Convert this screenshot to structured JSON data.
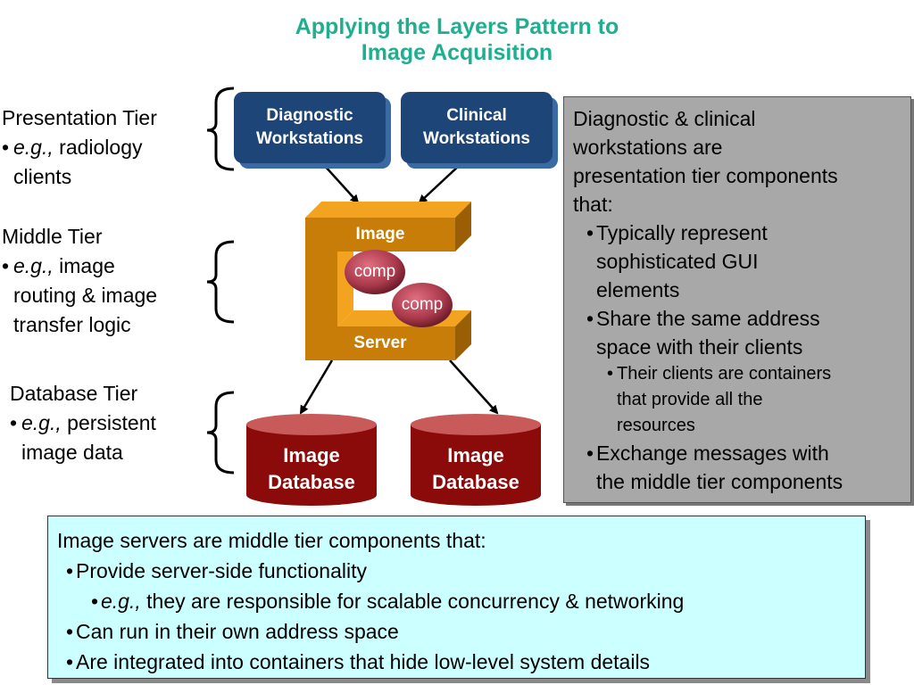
{
  "title": {
    "line1": "Applying the Layers Pattern to",
    "line2": "Image Acquisition"
  },
  "tiers": {
    "presentation": {
      "heading": "Presentation Tier",
      "eg": "e.g.,",
      "text1": "radiology",
      "text2": "clients"
    },
    "middle": {
      "heading": "Middle Tier",
      "eg": "e.g.,",
      "text1": "image",
      "text2": "routing & image",
      "text3": "transfer logic"
    },
    "database": {
      "heading": "Database Tier",
      "eg": "e.g.,",
      "text1": "persistent",
      "text2": "image data"
    }
  },
  "workstations": {
    "diagnostic": {
      "line1": "Diagnostic",
      "line2": "Workstations"
    },
    "clinical": {
      "line1": "Clinical",
      "line2": "Workstations"
    }
  },
  "server": {
    "top_label": "Image",
    "bottom_label": "Server",
    "comp1": "comp",
    "comp2": "comp"
  },
  "databases": [
    {
      "line1": "Image",
      "line2": "Database"
    },
    {
      "line1": "Image",
      "line2": "Database"
    }
  ],
  "gray_box": {
    "intro1": "Diagnostic & clinical",
    "intro2": "workstations are",
    "intro3": "presentation tier components",
    "intro4": "that:",
    "b1a": "Typically represent",
    "b1b": "sophisticated GUI",
    "b1c": "elements",
    "b2a": "Share the same address",
    "b2b": "space with their clients",
    "sub1a": "Their clients are containers",
    "sub1b": "that provide all the",
    "sub1c": "resources",
    "b3a": "Exchange messages with",
    "b3b": "the middle tier components"
  },
  "cyan_box": {
    "intro": "Image servers are middle tier components that:",
    "b1": "Provide server-side functionality",
    "sub_eg": "e.g.,",
    "sub_text": "they are responsible for scalable concurrency & networking",
    "b2": "Can run in their own address space",
    "b3": "Are integrated into containers that hide low-level system details"
  },
  "bullet": "•",
  "colors": {
    "title": "#1fae8f",
    "workstation": "#1e4577",
    "server": "#c77d08",
    "comp": "#a8384a",
    "database": "#8b0a0a",
    "gray_box": "#a8a8a8",
    "cyan_box": "#ccffff"
  }
}
